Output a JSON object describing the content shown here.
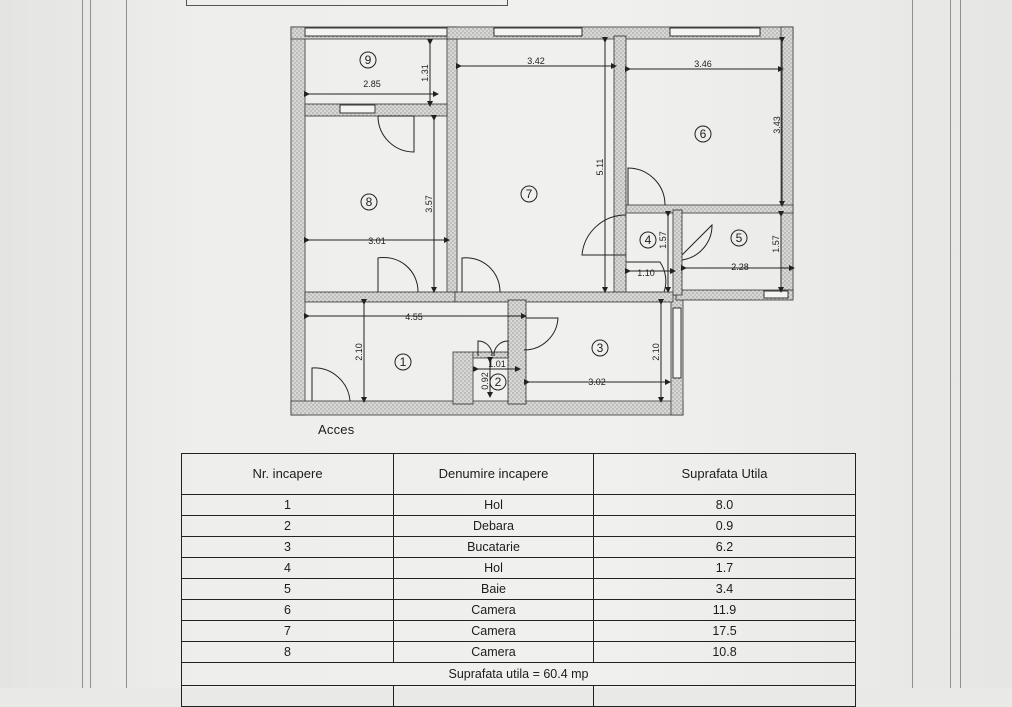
{
  "plan": {
    "access_label": "Acces",
    "room_numbers": [
      "1",
      "2",
      "3",
      "4",
      "5",
      "6",
      "7",
      "8",
      "9"
    ],
    "dimensions": {
      "r9_w": "2.85",
      "r9_h": "1.31",
      "r7_w": "3.42",
      "r7_h": "5.11",
      "r6_w": "3.46",
      "r6_h": "3.43",
      "r8_w": "3.01",
      "r8_h": "3.57",
      "r4_h": "1.57",
      "r4_w": "1.10",
      "r5_w": "2.28",
      "r5_h": "1.57",
      "r1_w": "4.55",
      "r1_h": "2.10",
      "r2_w": "1.01",
      "r2_h": "0.92",
      "r3_w": "3.02",
      "r3_h": "2.10"
    }
  },
  "table": {
    "headers": [
      "Nr. incapere",
      "Denumire incapere",
      "Suprafata Utila"
    ],
    "rows": [
      [
        "1",
        "Hol",
        "8.0"
      ],
      [
        "2",
        "Debara",
        "0.9"
      ],
      [
        "3",
        "Bucatarie",
        "6.2"
      ],
      [
        "4",
        "Hol",
        "1.7"
      ],
      [
        "5",
        "Baie",
        "3.4"
      ],
      [
        "6",
        "Camera",
        "11.9"
      ],
      [
        "7",
        "Camera",
        "17.5"
      ],
      [
        "8",
        "Camera",
        "10.8"
      ]
    ],
    "total": "Suprafata utila = 60.4 mp"
  }
}
